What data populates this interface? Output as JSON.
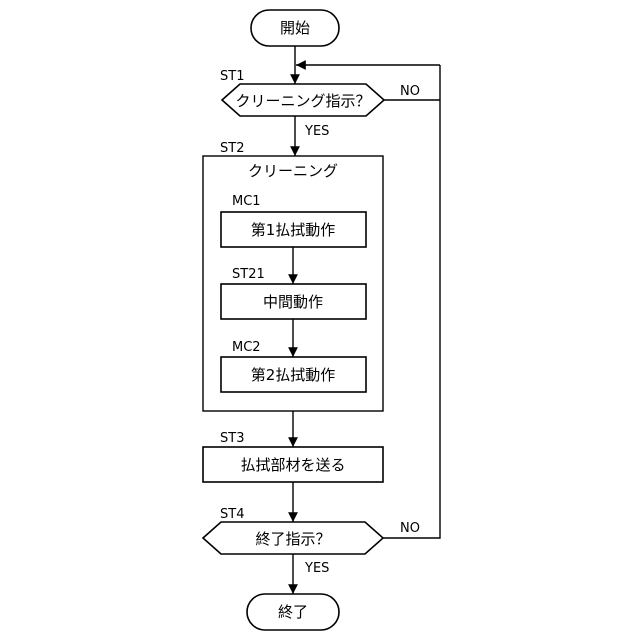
{
  "nodes": {
    "start": "開始",
    "st1_decision": "クリーニング指示？",
    "st2_title": "クリーニング",
    "mc1": "第1払拭動作",
    "st21": "中間動作",
    "mc2": "第2払拭動作",
    "st3": "払拭部材を送る",
    "st4_decision": "終了指示？",
    "end": "終了"
  },
  "labels": {
    "st1": "ST1",
    "st2": "ST2",
    "mc1": "MC1",
    "st21": "ST21",
    "mc2": "MC2",
    "st3": "ST3",
    "st4": "ST4"
  },
  "branches": {
    "st1_yes": "YES",
    "st1_no": "NO",
    "st4_yes": "YES",
    "st4_no": "NO"
  }
}
